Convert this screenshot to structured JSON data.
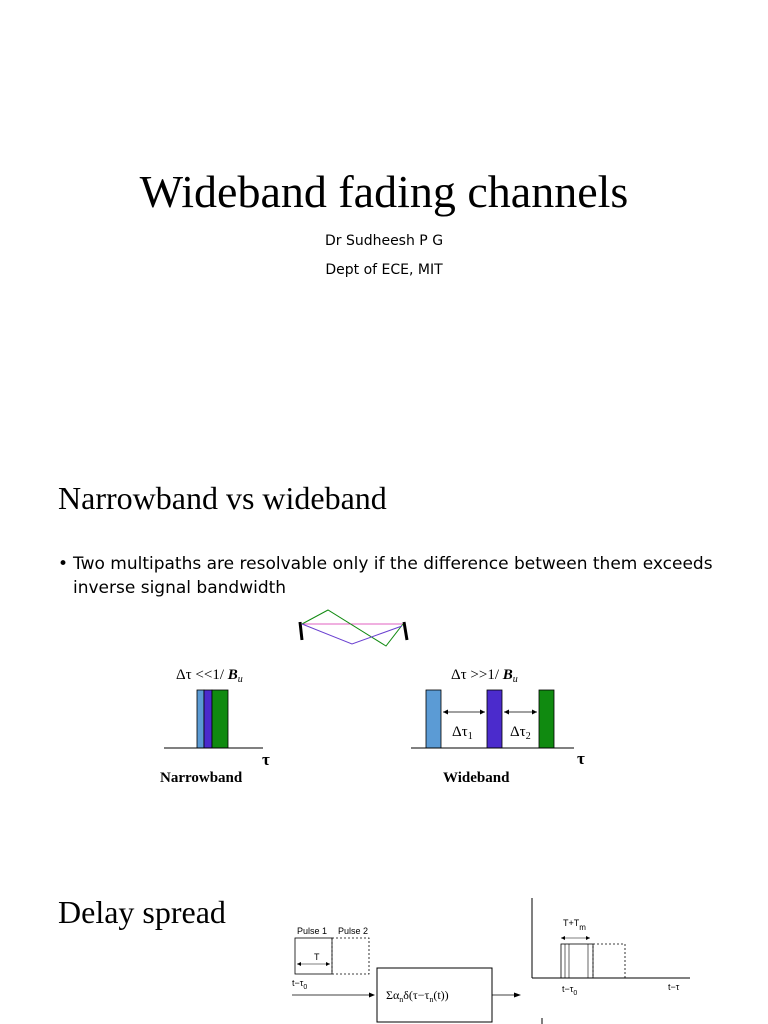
{
  "slide1": {
    "title": "Wideband fading channels",
    "author": "Dr Sudheesh P G",
    "affiliation": "Dept of ECE, MIT"
  },
  "slide2": {
    "title": "Narrowband vs wideband",
    "bullet": "Two multipaths are resolvable only if the difference between them exceeds inverse signal bandwidth",
    "narrow": {
      "condition_prefix": "Δτ <<1/ ",
      "condition_var": "B",
      "condition_sub": "u",
      "axis_label": "τ",
      "caption": "Narrowband"
    },
    "wide": {
      "condition_prefix": "Δτ >>1/ ",
      "condition_var": "B",
      "condition_sub": "u",
      "delta1": "Δτ",
      "delta1_sub": "1",
      "delta2": "Δτ",
      "delta2_sub": "2",
      "axis_label": "τ",
      "caption": "Wideband"
    },
    "colors": {
      "light_blue": "#5b9bd5",
      "violet": "#4b2bcc",
      "green": "#108a10",
      "pink": "#e060c0"
    }
  },
  "slide3": {
    "title": "Delay spread",
    "pulse1": "Pulse 1",
    "pulse2": "Pulse 2",
    "T": "T",
    "t_minus": "t−",
    "tau": "τ",
    "tau_sub": "0",
    "system": "Σα",
    "system_n": "n",
    "system_mid": "δ(τ−τ",
    "system_n2": "n",
    "system_end": "(t))",
    "T_Tm": "T+T",
    "T_Tm_sub": "m",
    "t_minus_tau": "t−τ"
  }
}
